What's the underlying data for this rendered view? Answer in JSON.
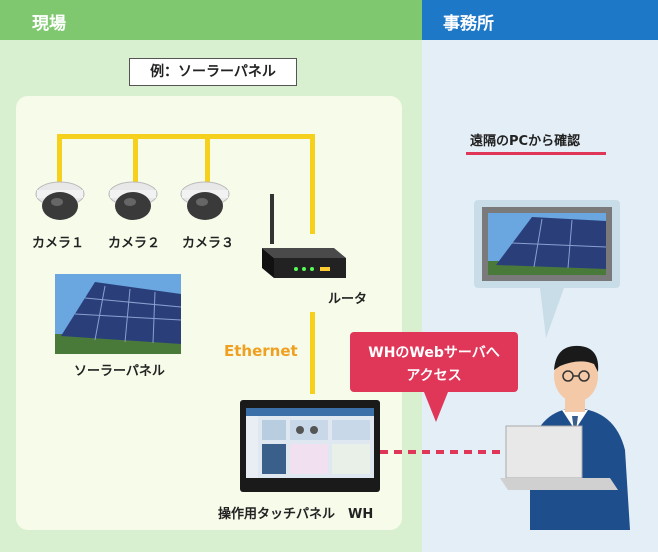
{
  "headers": {
    "site": "現場",
    "office": "事務所"
  },
  "example_label": "例：ソーラーパネル",
  "cameras": [
    {
      "label": "カメラ１"
    },
    {
      "label": "カメラ２"
    },
    {
      "label": "カメラ３"
    }
  ],
  "router_label": "ルータ",
  "solar_label": "ソーラーパネル",
  "ethernet_label": "Ethernet",
  "touch_panel_label": "操作用タッチパネル　WH",
  "callout": {
    "line1": "WHのWebサーバへ",
    "line2": "アクセス"
  },
  "remote_label": "遠隔のPCから確認",
  "colors": {
    "site_bg": "#d9f0d0",
    "site_header": "#7fc870",
    "office_bg": "#e3eef7",
    "office_header": "#1e78c8",
    "wire": "#f5d01c",
    "accent": "#e03658",
    "ethernet_text": "#f0a020"
  },
  "icons": [
    "dome-camera-icon",
    "router-icon",
    "solar-panel-icon",
    "touch-panel-icon",
    "pc-user-icon",
    "monitor-icon"
  ]
}
